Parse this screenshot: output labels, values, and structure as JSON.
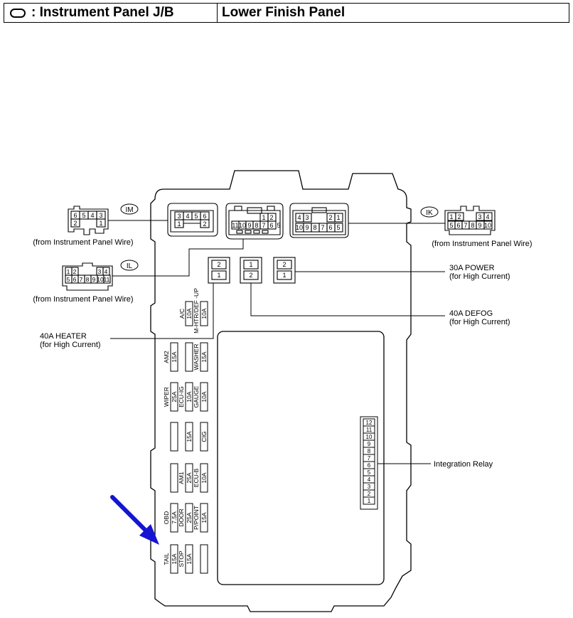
{
  "header": {
    "left_title": ": Instrument Panel J/B",
    "right_title": "Lower Finish Panel"
  },
  "connectors": {
    "IM": {
      "code": "IM",
      "caption": "(from Instrument Panel Wire)",
      "pins_top": [
        "6",
        "5",
        "4",
        "3"
      ],
      "pins_bottom": [
        "2",
        "1"
      ]
    },
    "IL": {
      "code": "IL",
      "caption": "(from Instrument Panel Wire)",
      "pins_top": [
        "1",
        "2",
        "3",
        "4"
      ],
      "pins_bottom": [
        "5",
        "6",
        "7",
        "8",
        "9",
        "10",
        "11"
      ]
    },
    "IK": {
      "code": "IK",
      "caption": "(from Instrument Panel Wire)",
      "pins_top": [
        "1",
        "2",
        "3",
        "4"
      ],
      "pins_bottom": [
        "5",
        "6",
        "7",
        "8",
        "9",
        "10"
      ]
    }
  },
  "jb_sockets": {
    "s1_top": [
      "3",
      "4",
      "5",
      "6"
    ],
    "s1_bottom": [
      "1",
      "2"
    ],
    "s2_top": [
      "1",
      "2"
    ],
    "s2_bottom": [
      "11",
      "10",
      "9",
      "8",
      "7",
      "6",
      "5"
    ],
    "s3_top": [
      "4",
      "3",
      "2",
      "1"
    ],
    "s3_bottom": [
      "10",
      "9",
      "8",
      "7",
      "6",
      "5"
    ]
  },
  "relays": {
    "heater": {
      "pins": [
        "2",
        "1"
      ],
      "label": "40A HEATER",
      "note": "(for High Current)"
    },
    "defog": {
      "pins": [
        "1",
        "2"
      ],
      "label": "40A DEFOG",
      "note": "(for High Current)"
    },
    "power": {
      "pins": [
        "2",
        "1"
      ],
      "label": "30A POWER",
      "note": "(for High Current)"
    }
  },
  "fuse_labels": {
    "ac": "A/C",
    "ac_amp": "10A",
    "mhtr": "M-HTR/DEF -UP",
    "mhtr_amp": "10A",
    "am2": "AM2",
    "am2_amp": "15A",
    "washer": "WASHER",
    "washer_amp": "15A",
    "wiper": "WIPER",
    "wiper_amp": "25A",
    "ecuig": "ECU-IG",
    "ecuig_amp": "10A",
    "gauge": "GAUGE",
    "gauge_amp": "10A",
    "spare_amp": "15A",
    "cig": "CIG",
    "am1": "AM1",
    "am1_amp": "25A",
    "ecub": "ECU-B",
    "ecub_amp": "10A",
    "obd": "OBD",
    "obd_amp": "7.5A",
    "door": "DOOR",
    "door_amp": "25A",
    "ppoint": "P/POINT",
    "ppoint_amp": "15A",
    "tail": "TAIL",
    "tail_amp": "15A",
    "stop": "STOP",
    "stop_amp": "15A"
  },
  "integration_relay": {
    "label": "Integration Relay",
    "pins": [
      "12",
      "11",
      "10",
      "9",
      "8",
      "7",
      "6",
      "5",
      "4",
      "3",
      "2",
      "1"
    ]
  },
  "colors": {
    "arrow": "#1414d2",
    "line": "#000000"
  }
}
